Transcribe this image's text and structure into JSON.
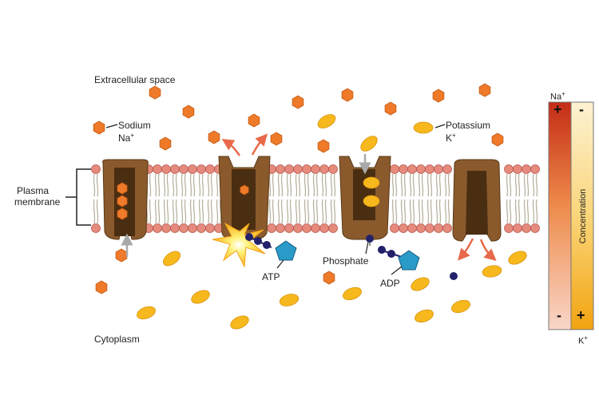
{
  "labels": {
    "extracellular": "Extracellular space",
    "cytoplasm": "Cytoplasm",
    "plasma_membrane_line1": "Plasma",
    "plasma_membrane_line2": "membrane",
    "sodium": "Sodium",
    "sodium_symbol": "Na",
    "sodium_charge": "+",
    "potassium": "Potassium",
    "potassium_symbol": "K",
    "potassium_charge": "+",
    "atp": "ATP",
    "adp": "ADP",
    "phosphate": "Phosphate"
  },
  "concentration_bars": {
    "title": "Concentration",
    "na_symbol": "Na",
    "na_charge": "+",
    "k_symbol": "K",
    "k_charge": "+",
    "na_top_sign": "+",
    "na_bottom_sign": "-",
    "k_top_sign": "-",
    "k_bottom_sign": "+"
  },
  "colors": {
    "sodium": "#ee7a2a",
    "potassium": "#f7b81d",
    "protein": "#8a5a2c",
    "protein_channel": "#4a2e12",
    "phosphate": "#22216a",
    "adp_atp_ring": "#2a9ac9",
    "lipid_head": "#e58a7c",
    "na_gradient_top": "#c8331a",
    "k_gradient_bottom": "#f4a812"
  }
}
